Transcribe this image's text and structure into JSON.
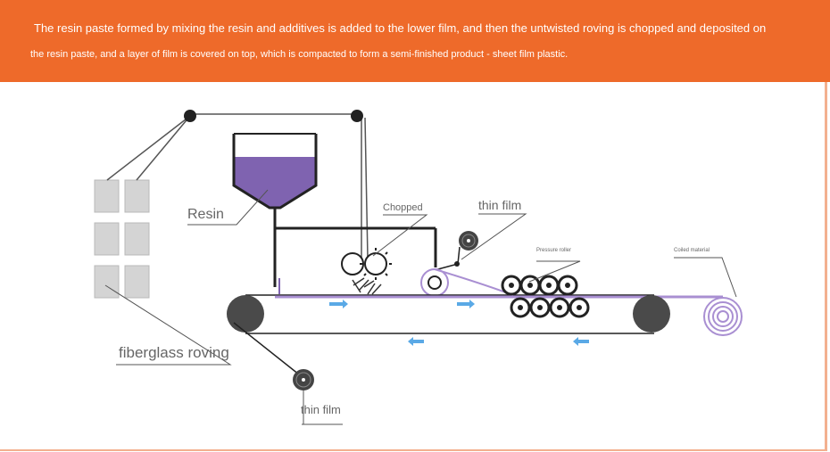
{
  "banner": {
    "line1": "The resin paste formed by mixing the resin and additives is added to the lower film, and then the untwisted roving is chopped and deposited on",
    "line2": "the resin paste, and a layer of film is covered on top, which is compacted to form a semi-finished product - sheet film plastic.",
    "background_color": "#ee6a2a"
  },
  "diagram": {
    "labels": {
      "resin": "Resin",
      "chopped": "Chopped",
      "thin_film_top": "thin film",
      "pressure_roller": "Pressure roller",
      "coiled_material": "Coiled material",
      "fiberglass_roving": "fiberglass roving",
      "thin_film_bottom": "thin film"
    },
    "colors": {
      "resin_fill": "#7f63b0",
      "film_line": "#a98fd2",
      "flow_arrows": "#5aa9e6",
      "rollers": "#4a4a4a",
      "bobbins": "#d4d4d4"
    }
  }
}
